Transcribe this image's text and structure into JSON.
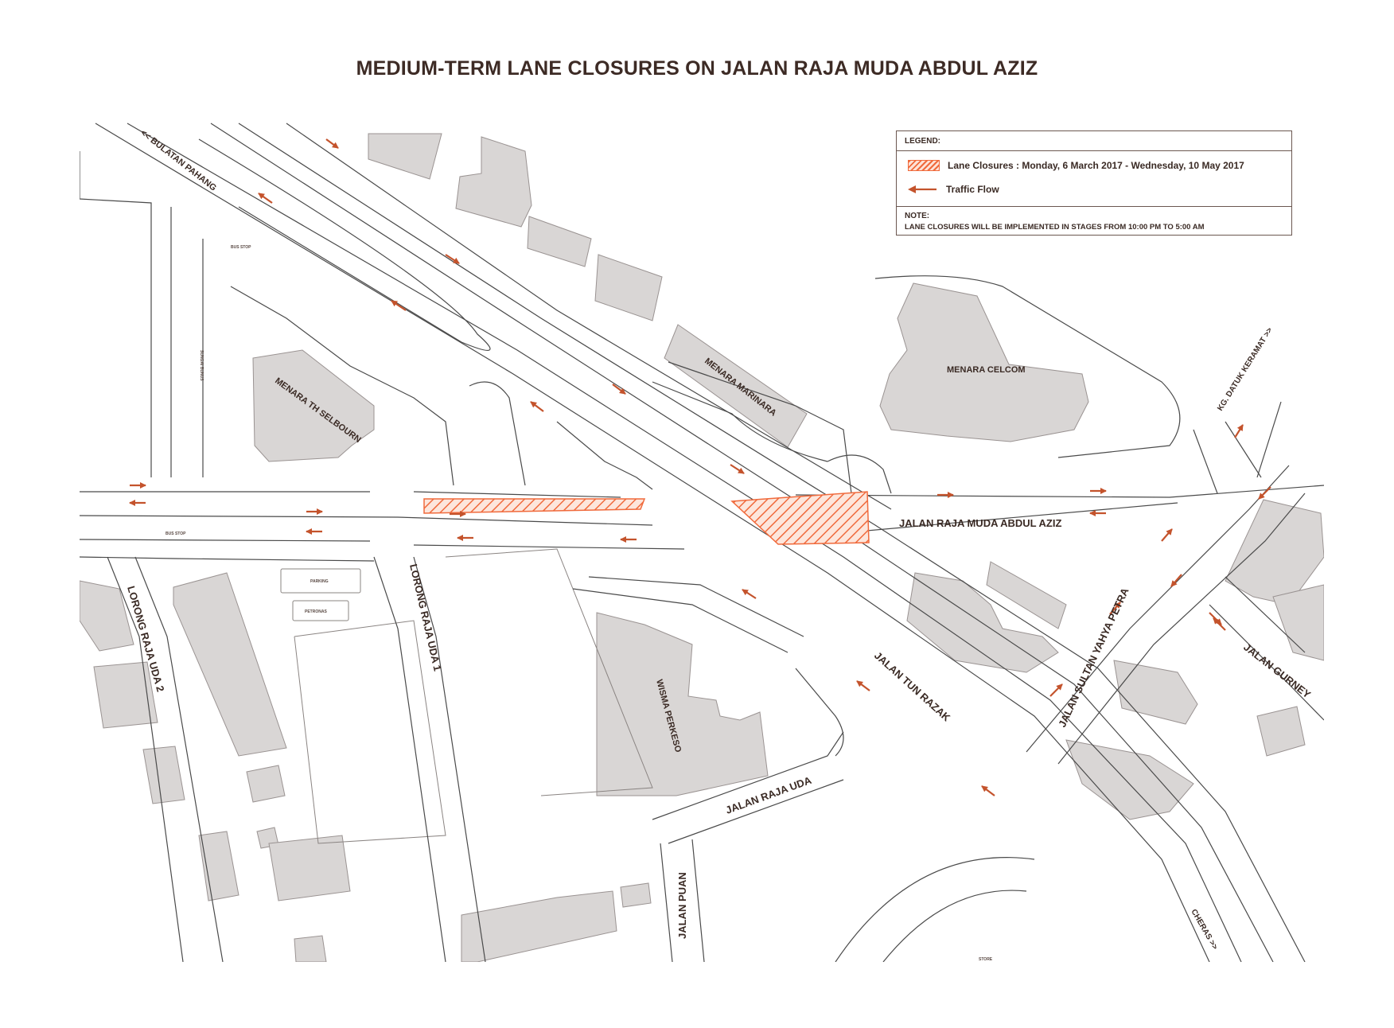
{
  "title": "MEDIUM-TERM LANE CLOSURES ON JALAN RAJA MUDA ABDUL AZIZ",
  "legend": {
    "heading": "LEGEND:",
    "lane_closure_label": "Lane Closures : Monday, 6 March 2017 - Wednesday, 10 May 2017",
    "traffic_flow_label": "Traffic Flow",
    "note_heading": "NOTE:",
    "note_text": "LANE CLOSURES WILL BE IMPLEMENTED IN STAGES FROM 10:00 PM TO 5:00 AM"
  },
  "colors": {
    "closure": "#f06a3c",
    "arrow": "#c4532c",
    "building": "#d9d6d5",
    "road_line": "#4a4a4a"
  },
  "labels": {
    "bulatan_pahang": "<< BULATAN PAHANG",
    "menara_th_selbourn": "MENARA TH SELBOURN",
    "menara_marinara": "MENARA MARINARA",
    "menara_celcom": "MENARA CELCOM",
    "kg_datuk_keramat": "KG. DATUK KERAMAT >>",
    "jalan_raja_muda_abdul_aziz": "JALAN RAJA MUDA ABDUL AZIZ",
    "lorong_raja_uda_1": "LORONG RAJA UDA 1",
    "lorong_raja_uda_2": "LORONG RAJA UDA 2",
    "wisma_perkeso": "WISMA PERKESO",
    "jalan_tun_razak": "JALAN TUN RAZAK",
    "jalan_sultan_yahya_petra": "JALAN SULTAN YAHYA PETRA",
    "jalan_gurney": "JALAN GURNEY",
    "jalan_raja_uda": "JALAN RAJA UDA",
    "jalan_puan": "JALAN PUAN",
    "cheras": "CHERAS >>",
    "bus_stop_1": "BUS STOP",
    "bus_stop_2": "BUS STOP",
    "petronas": "PETRONAS",
    "store": "STORE",
    "parking": "PARKING",
    "sungai_bunus": "SUNGAI BUNUS"
  }
}
